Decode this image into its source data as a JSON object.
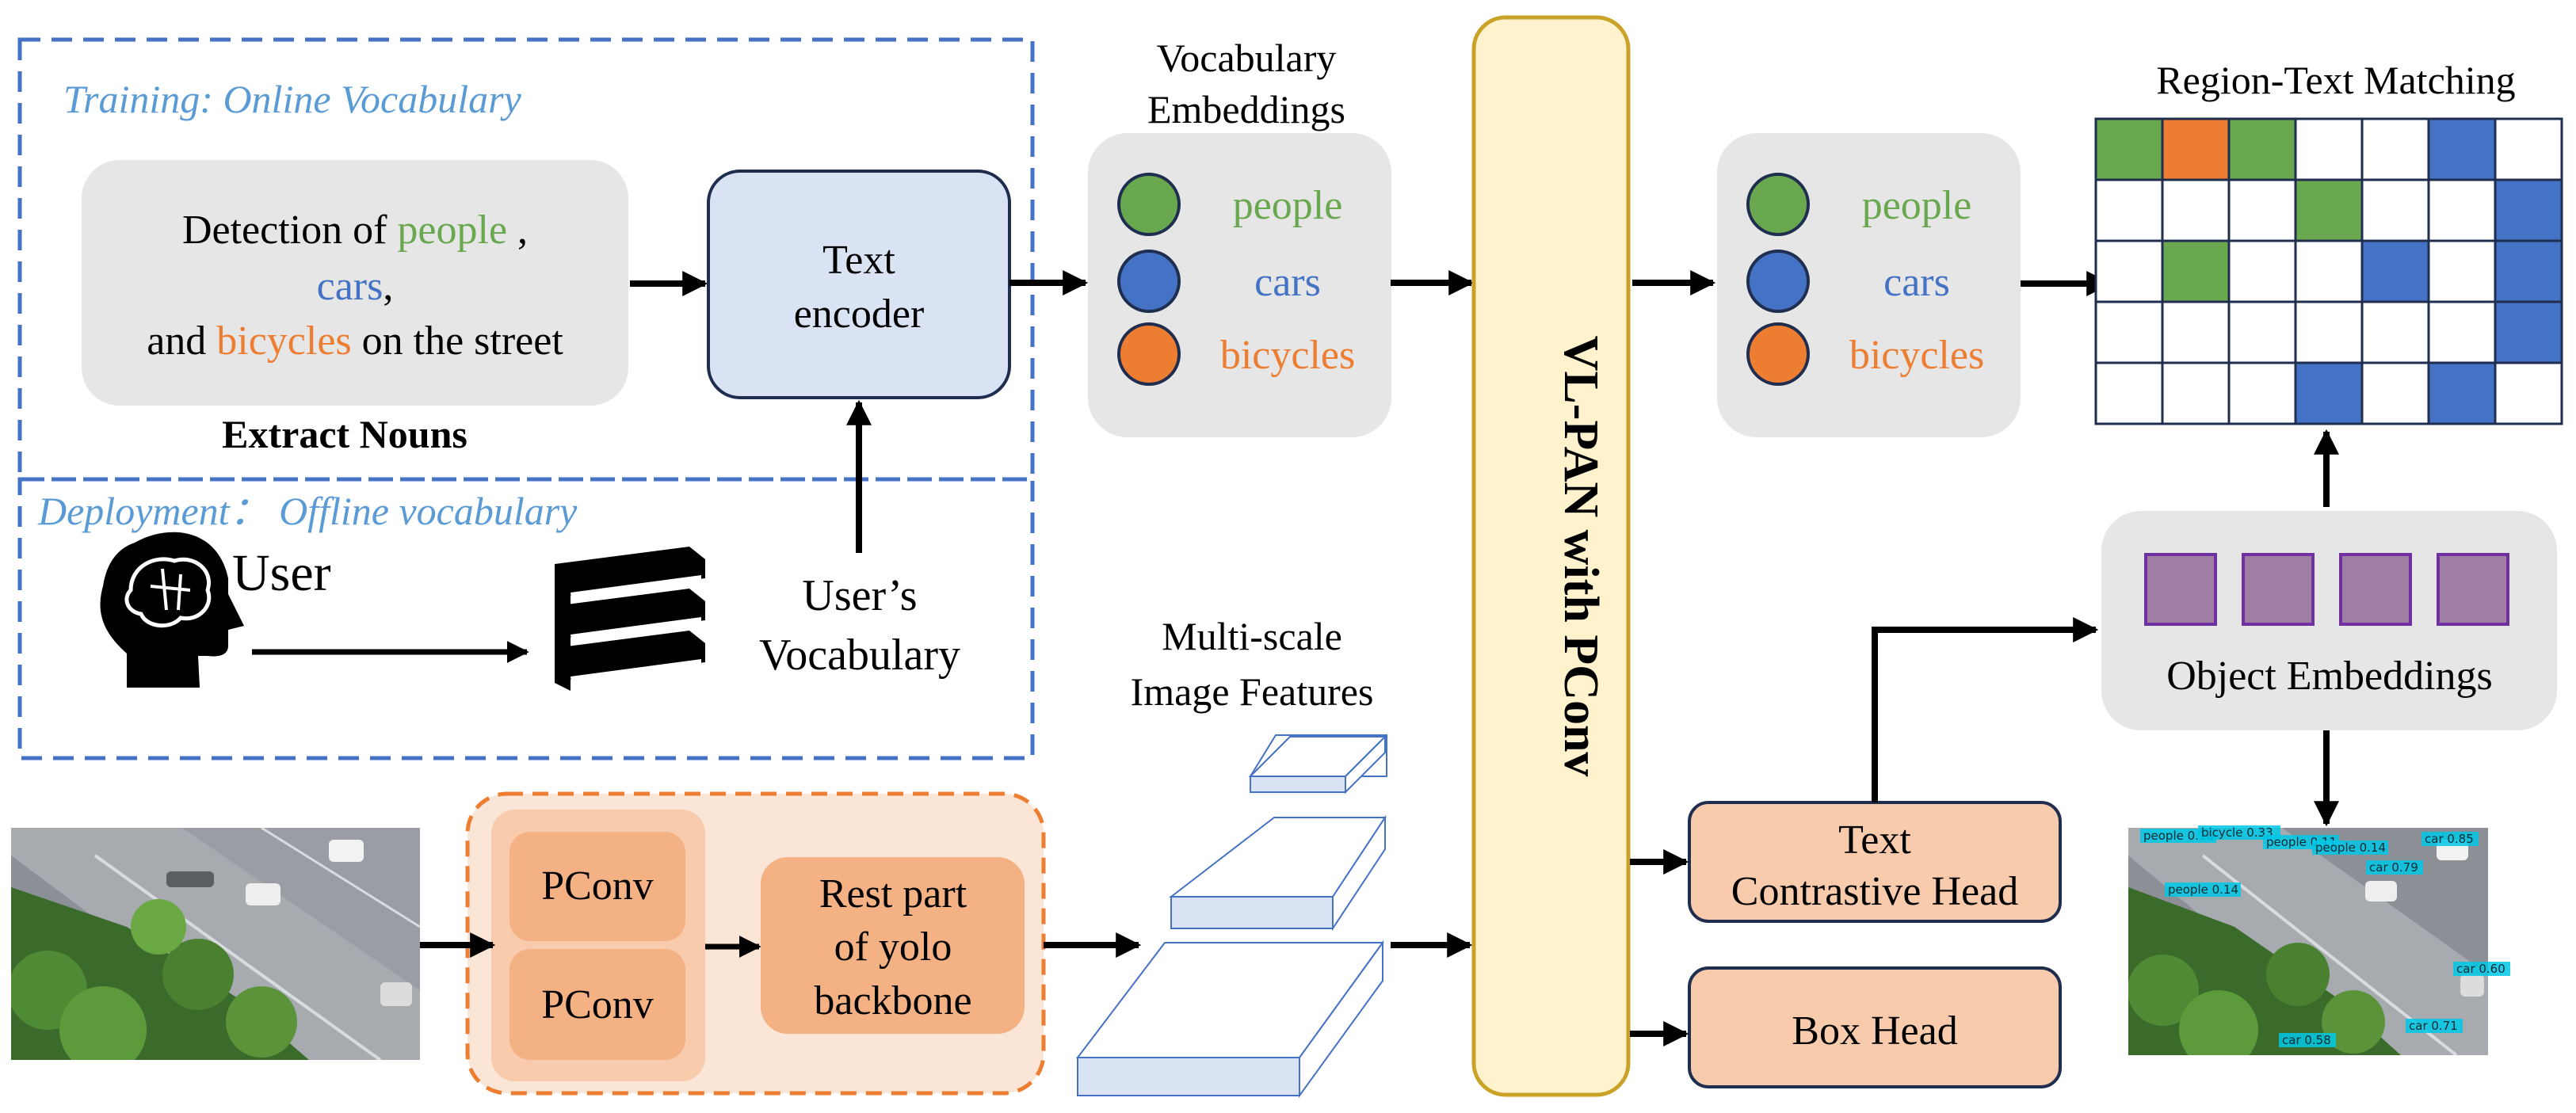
{
  "colors": {
    "green": "#6aa84f",
    "blue": "#4472c4",
    "orange": "#ed7d31",
    "dashed_blue": "#4472c4",
    "italic_label": "#5b9bd5",
    "gray_box": "#e6e6e6",
    "encoder_fill": "#dae3f3",
    "encoder_stroke": "#1f2d4f",
    "vlpan_fill": "#fff2cc",
    "vlpan_stroke": "#c9a227",
    "head_fill": "#f8cbad",
    "backbone_outer": "#fbe5d6",
    "backbone_inner": "#f8cbad",
    "pconv_fill": "#f4b183",
    "object_fill": "#9e7fa3",
    "object_stroke": "#7030a0",
    "feature_fill": "#dae3f3",
    "feature_stroke": "#4472c4"
  },
  "training": {
    "label": "Training: Online Vocabulary",
    "sentence": {
      "line1_prefix": "Detection of ",
      "line1_word": "people",
      "line1_suffix": " ,",
      "line2_word": "cars",
      "line2_suffix": ",",
      "line3_prefix": "and ",
      "line3_word": "bicycles",
      "line3_suffix": " on the street"
    },
    "extract_label": "Extract Nouns"
  },
  "encoder": {
    "line1": "Text",
    "line2": "encoder"
  },
  "deployment": {
    "label": "Deployment： Offline vocabulary",
    "user_label": "User",
    "user_icon": "head-brain-icon",
    "books_icon": "books-icon",
    "vocab_line1": "User’s",
    "vocab_line2": "Vocabulary"
  },
  "vocab_embeddings": {
    "title_line1": "Vocabulary",
    "title_line2": "Embeddings",
    "items": [
      {
        "label": "people",
        "color": "#6aa84f"
      },
      {
        "label": "cars",
        "color": "#4472c4"
      },
      {
        "label": "bicycles",
        "color": "#ed7d31"
      }
    ]
  },
  "vlpan": {
    "label": "VL-PAN with PConv"
  },
  "text_embeddings_out": {
    "items": [
      {
        "label": "people",
        "color": "#6aa84f"
      },
      {
        "label": "cars",
        "color": "#4472c4"
      },
      {
        "label": "bicycles",
        "color": "#ed7d31"
      }
    ]
  },
  "matching": {
    "title": "Region-Text Matching",
    "grid": [
      [
        "g",
        "o",
        "g",
        "w",
        "w",
        "b",
        "w"
      ],
      [
        "w",
        "w",
        "w",
        "g",
        "w",
        "w",
        "b"
      ],
      [
        "w",
        "g",
        "w",
        "w",
        "b",
        "w",
        "b"
      ],
      [
        "w",
        "w",
        "w",
        "w",
        "w",
        "w",
        "b"
      ],
      [
        "w",
        "w",
        "w",
        "b",
        "w",
        "b",
        "w"
      ]
    ]
  },
  "object_embeddings": {
    "label": "Object Embeddings",
    "count": 4
  },
  "multiscale": {
    "title_line1": "Multi-scale",
    "title_line2": "Image Features"
  },
  "backbone": {
    "pconv1": "PConv",
    "pconv2": "PConv",
    "rest_line1": "Rest part",
    "rest_line2": "of yolo",
    "rest_line3": "backbone"
  },
  "heads": {
    "text_head_line1": "Text",
    "text_head_line2": "Contrastive Head",
    "box_head": "Box Head"
  },
  "images": {
    "input_icon": "aerial-street-photo",
    "output_icon": "aerial-detection-photo",
    "detection_labels": [
      "people 0.16",
      "bicycle 0.33",
      "people 0.11",
      "people 0.14",
      "car 0.79",
      "people 0.14",
      "car 0.85",
      "car 0.58",
      "car 0.60",
      "car 0.71"
    ]
  }
}
